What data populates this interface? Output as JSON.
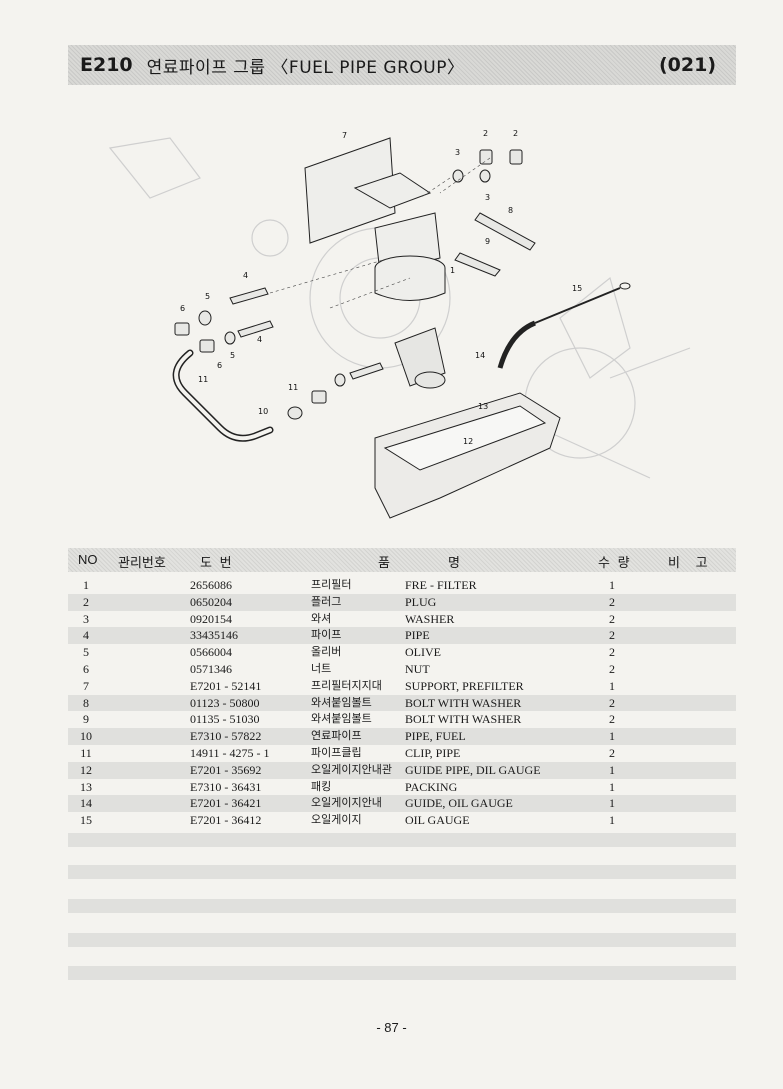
{
  "header": {
    "code": "E210",
    "title": "연료파이프 그룹 〈FUEL PIPE GROUP〉",
    "number": "(021)"
  },
  "diagram": {
    "callouts": [
      "1",
      "2",
      "2",
      "3",
      "3",
      "4",
      "4",
      "5",
      "5",
      "6",
      "6",
      "7",
      "8",
      "9",
      "10",
      "11",
      "11",
      "12",
      "13",
      "14",
      "15"
    ]
  },
  "table": {
    "headers": {
      "no": "NO",
      "manage": "관리번호",
      "drawing": "도  번",
      "item": "품",
      "name": "명",
      "qty": "수 량",
      "remark": "비 고"
    },
    "rows": [
      {
        "no": "1",
        "code": "2656086",
        "kr": "프리필터",
        "en": "FRE - FILTER",
        "qty": "1"
      },
      {
        "no": "2",
        "code": "0650204",
        "kr": "플러그",
        "en": "PLUG",
        "qty": "2"
      },
      {
        "no": "3",
        "code": "0920154",
        "kr": "와셔",
        "en": "WASHER",
        "qty": "2"
      },
      {
        "no": "4",
        "code": "33435146",
        "kr": "파이프",
        "en": "PIPE",
        "qty": "2"
      },
      {
        "no": "5",
        "code": "0566004",
        "kr": "올리버",
        "en": "OLIVE",
        "qty": "2"
      },
      {
        "no": "6",
        "code": "0571346",
        "kr": "너트",
        "en": "NUT",
        "qty": "2"
      },
      {
        "no": "7",
        "code": "E7201 - 52141",
        "kr": "프리필터지지대",
        "en": "SUPPORT, PREFILTER",
        "qty": "1"
      },
      {
        "no": "8",
        "code": "01123 - 50800",
        "kr": "와셔붙임볼트",
        "en": "BOLT WITH WASHER",
        "qty": "2"
      },
      {
        "no": "9",
        "code": "01135 - 51030",
        "kr": "와셔붙임볼트",
        "en": "BOLT WITH WASHER",
        "qty": "2"
      },
      {
        "no": "10",
        "code": "E7310 - 57822",
        "kr": "연료파이프",
        "en": "PIPE, FUEL",
        "qty": "1"
      },
      {
        "no": "11",
        "code": "14911 - 4275 - 1",
        "kr": "파이프클립",
        "en": "CLIP, PIPE",
        "qty": "2"
      },
      {
        "no": "12",
        "code": "E7201 - 35692",
        "kr": "오일게이지안내관",
        "en": "GUIDE PIPE, DIL GAUGE",
        "qty": "1"
      },
      {
        "no": "13",
        "code": "E7310 - 36431",
        "kr": "패킹",
        "en": "PACKING",
        "qty": "1"
      },
      {
        "no": "14",
        "code": "E7201 - 36421",
        "kr": "오일게이지안내",
        "en": "GUIDE, OIL GAUGE",
        "qty": "1"
      },
      {
        "no": "15",
        "code": "E7201 - 36412",
        "kr": "오일게이지",
        "en": "OIL GAUGE",
        "qty": "1"
      }
    ]
  },
  "footer": {
    "page": "- 87 -"
  }
}
